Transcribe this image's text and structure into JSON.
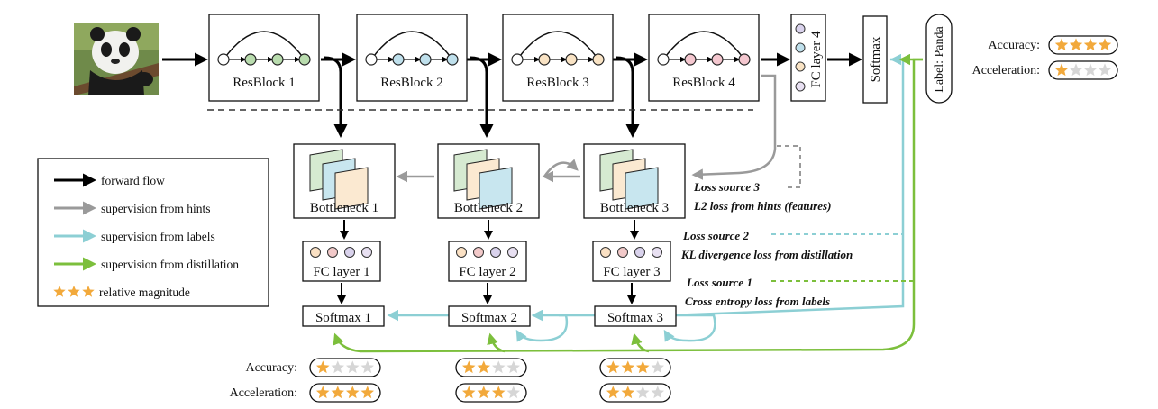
{
  "resblocks": [
    {
      "label": "ResBlock 1",
      "node_color": "#b9dcae"
    },
    {
      "label": "ResBlock 2",
      "node_color": "#bfe0ec"
    },
    {
      "label": "ResBlock 3",
      "node_color": "#f9e3c4"
    },
    {
      "label": "ResBlock 4",
      "node_color": "#f4c7cf"
    }
  ],
  "fc4_label": "FC layer 4",
  "softmax_top_label": "Softmax",
  "target_label": "Label: Panda",
  "top_metrics": {
    "accuracy_label": "Accuracy:",
    "acceleration_label": "Acceleration:",
    "accuracy_stars": 4,
    "acceleration_stars": 1
  },
  "bottlenecks": [
    {
      "label": "Bottleneck 1"
    },
    {
      "label": "Bottleneck 2"
    },
    {
      "label": "Bottleneck 3"
    }
  ],
  "fc_layers": [
    {
      "label": "FC layer 1"
    },
    {
      "label": "FC layer 2"
    },
    {
      "label": "FC layer 3"
    }
  ],
  "softmaxes": [
    {
      "label": "Softmax 1"
    },
    {
      "label": "Softmax 2"
    },
    {
      "label": "Softmax 3"
    }
  ],
  "bottom_metrics": {
    "accuracy_label": "Accuracy:",
    "acceleration_label": "Acceleration:",
    "accuracy_stars": [
      1,
      2,
      3
    ],
    "acceleration_stars": [
      4,
      3,
      2
    ]
  },
  "loss_sources": [
    {
      "title": "Loss source 3",
      "desc": "L2 loss from hints (features)"
    },
    {
      "title": "Loss source 2",
      "desc": "KL divergence loss from distillation"
    },
    {
      "title": "Loss source 1",
      "desc": "Cross entropy loss from labels"
    }
  ],
  "legend": [
    {
      "text": "forward flow",
      "color": "#000000"
    },
    {
      "text": "supervision from hints",
      "color": "#9a9a9a"
    },
    {
      "text": "supervision from labels",
      "color": "#8ccfd4"
    },
    {
      "text": "supervision from distillation",
      "color": "#7cbf3c"
    },
    {
      "text": "relative magnitude",
      "color": "#f2a93b"
    }
  ],
  "colors": {
    "star_on": "#f2a93b",
    "star_off": "#d6d6d6",
    "hint": "#9a9a9a",
    "label_sup": "#8ccfd4",
    "distill": "#7cbf3c",
    "forward": "#000000"
  }
}
